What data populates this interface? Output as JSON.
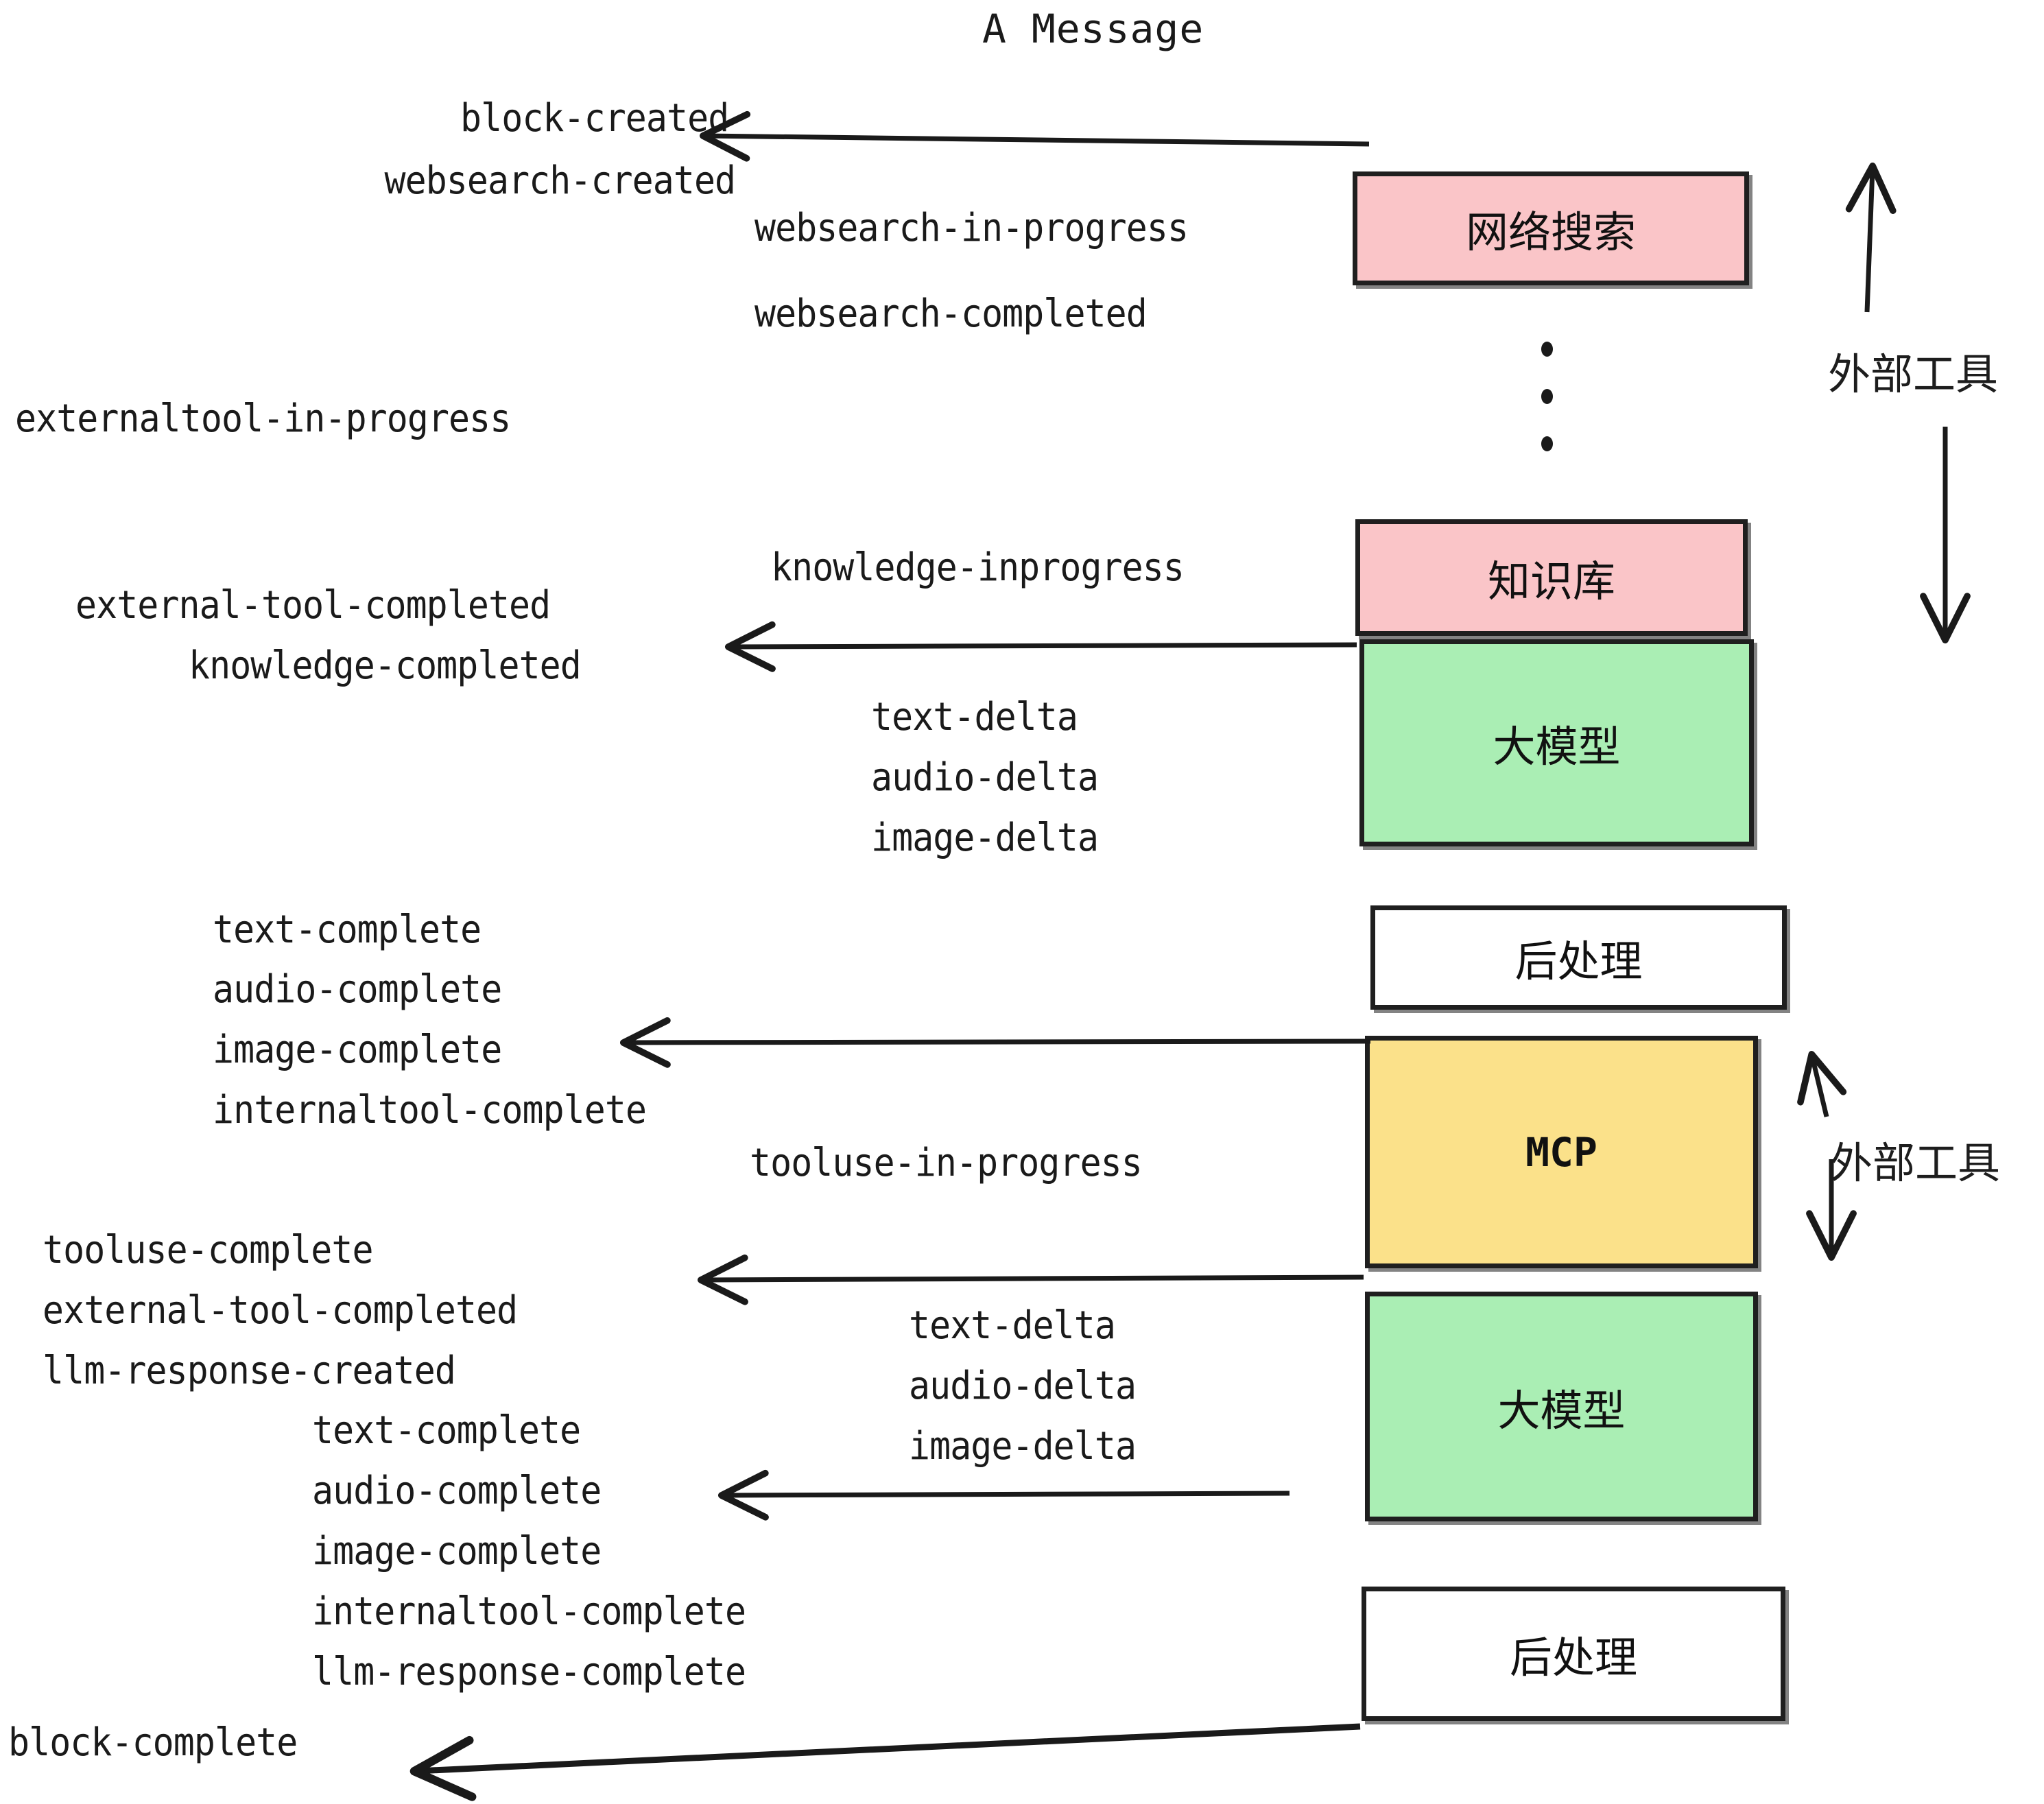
{
  "title": "A Message",
  "boxes": [
    {
      "id": "websearch",
      "label": "网络搜索",
      "color": "#fac5c8",
      "mono": false
    },
    {
      "id": "knowledge",
      "label": "知识库",
      "color": "#fac5c8",
      "mono": false
    },
    {
      "id": "llm-top",
      "label": "大模型",
      "color": "#aaeeb4",
      "mono": false
    },
    {
      "id": "post-top",
      "label": "后处理",
      "color": "#ffffff",
      "mono": false
    },
    {
      "id": "mcp",
      "label": "MCP",
      "color": "#fbe18a",
      "mono": true
    },
    {
      "id": "llm-bottom",
      "label": "大模型",
      "color": "#aaeeb4",
      "mono": false
    },
    {
      "id": "post-bottom",
      "label": "后处理",
      "color": "#ffffff",
      "mono": false
    }
  ],
  "side_labels": [
    {
      "id": "external-tools-top",
      "text": "外部工具"
    },
    {
      "id": "external-tools-bottom",
      "text": "外部工具"
    }
  ],
  "events": {
    "block_created": "block-created",
    "websearch_created": "websearch-created",
    "websearch_in_progress": "websearch-in-progress",
    "websearch_completed": "websearch-completed",
    "externaltool_in_progress": "externaltool-in-progress",
    "knowledge_inprogress": "knowledge-inprogress",
    "external_tool_completed_1": "external-tool-completed",
    "knowledge_completed": "knowledge-completed",
    "text_delta_1": "text-delta",
    "audio_delta_1": "audio-delta",
    "image_delta_1": "image-delta",
    "text_complete_1": "text-complete",
    "audio_complete_1": "audio-complete",
    "image_complete_1": "image-complete",
    "internaltool_complete_1": "internaltool-complete",
    "tooluse_in_progress": "tooluse-in-progress",
    "tooluse_complete": "tooluse-complete",
    "external_tool_completed_2": "external-tool-completed",
    "llm_response_created": "llm-response-created",
    "text_delta_2": "text-delta",
    "audio_delta_2": "audio-delta",
    "image_delta_2": "image-delta",
    "text_complete_2": "text-complete",
    "audio_complete_2": "audio-complete",
    "image_complete_2": "image-complete",
    "internaltool_complete_2": "internaltool-complete",
    "llm_response_complete": "llm-response-complete",
    "block_complete": "block-complete"
  },
  "colors": {
    "pink": "#fac5c8",
    "green": "#aaeeb4",
    "yellow": "#fbe18a",
    "white": "#ffffff",
    "stroke": "#1f1f1f"
  }
}
